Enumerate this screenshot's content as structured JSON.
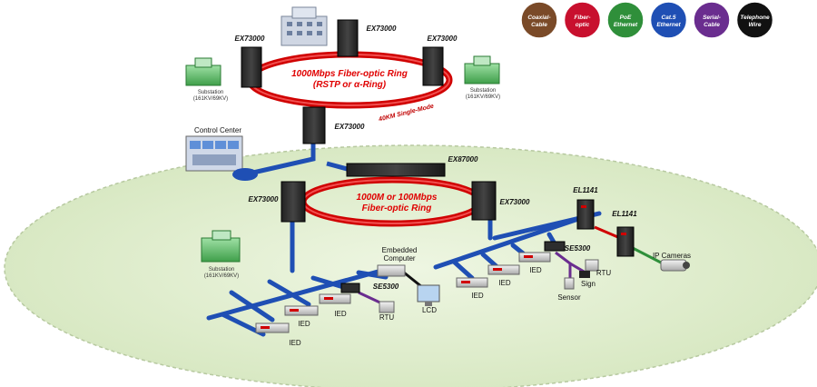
{
  "legend": [
    {
      "label1": "Coaxial-",
      "label2": "Cable",
      "color": "#7a4a28"
    },
    {
      "label1": "Fiber-",
      "label2": "optic",
      "color": "#c8102e"
    },
    {
      "label1": "PoE",
      "label2": "Ethernet",
      "color": "#2f8f3a"
    },
    {
      "label1": "Cat.5",
      "label2": "Ethernet",
      "color": "#1f4fb4"
    },
    {
      "label1": "Serial-",
      "label2": "Cable",
      "color": "#6a2d8f"
    },
    {
      "label1": "Telephone",
      "label2": "Wire",
      "color": "#111111"
    }
  ],
  "top_ring": {
    "line1": "1000Mbps Fiber-optic Ring",
    "line2": "(RSTP or α-Ring)",
    "link_label": "40KM Single-Mode",
    "color": "#d00000"
  },
  "mid_ring": {
    "line1": "1000M or 100Mbps",
    "line2": "Fiber-optic Ring",
    "color": "#d00000"
  },
  "switches": {
    "top_left": "EX73000",
    "top_center": "EX73000",
    "top_right": "EX73000",
    "core": "EX73000",
    "mid_left": "EX73000",
    "mid_right": "EX73000",
    "rack": "EX87000"
  },
  "converters": {
    "el1": "EL1141",
    "el2": "EL1141"
  },
  "substation": {
    "label": "Substation",
    "sub": "(161KV/69KV)"
  },
  "control_center": "Control Center",
  "devices": {
    "ied": "IED",
    "rtu": "RTU",
    "lcd": "LCD",
    "se5300": "SE5300",
    "embedded_line1": "Embedded",
    "embedded_line2": "Computer",
    "sign": "Sign",
    "sensor": "Sensor",
    "ip_cameras": "IP Cameras"
  },
  "colors": {
    "ethernet": "#1f4fb4",
    "fiber": "#d00000",
    "serial": "#6a2d8f",
    "poe": "#2f8f3a",
    "zone": "#e4efd3"
  }
}
